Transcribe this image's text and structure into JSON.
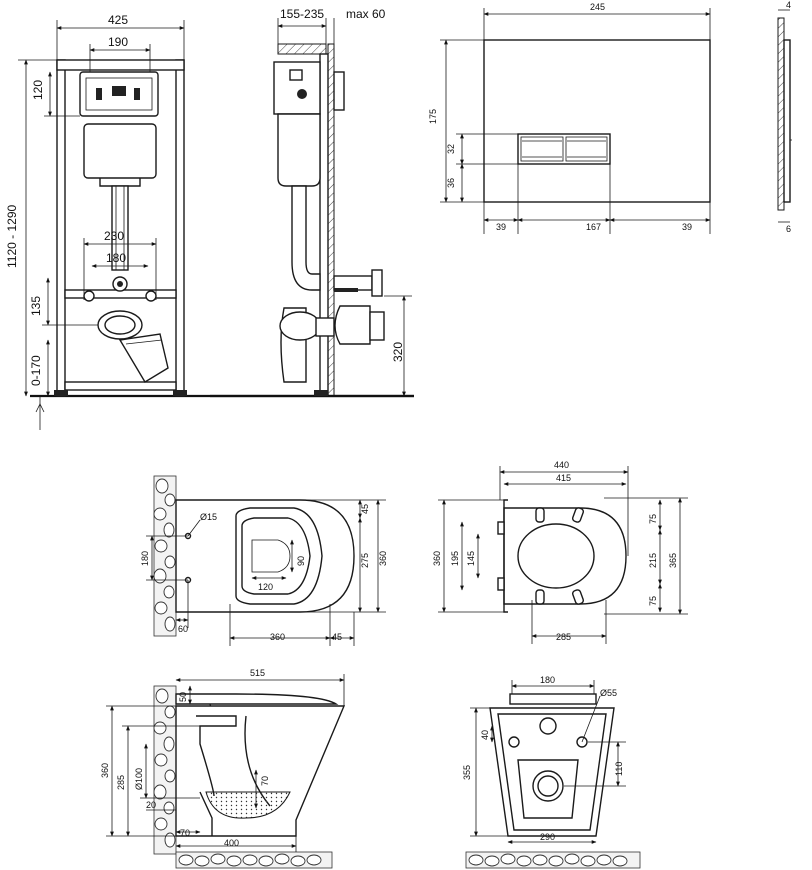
{
  "frame_front": {
    "width": "425",
    "plate_width": "190",
    "height": "1120 - 1290",
    "top_offset": "120",
    "bolt_spacing_outer": "230",
    "bolt_spacing_inner": "180",
    "drain_height": "135",
    "leg_adjust": "0-170"
  },
  "frame_side": {
    "depth": "155-235",
    "wall_max": "max 60",
    "drain_axis": "320"
  },
  "flush_plate": {
    "width": "245",
    "height": "175",
    "thickness": "4",
    "wall_depth": "6",
    "button_height": "32",
    "button_bottom": "36",
    "side_left": "39",
    "button_span": "167",
    "side_right": "39"
  },
  "bowl_top": {
    "hole_diameter": "Ø15",
    "hole_spacing": "180",
    "hole_offset": "60",
    "inner_depth": "90",
    "inner_width": "120",
    "total_length": "360",
    "rim_gap": "45",
    "bowl_depth": "275",
    "overall_width": "360",
    "front_gap": "45"
  },
  "seat_top": {
    "outer_width": "440",
    "inner_width": "415",
    "overall_height": "360",
    "hinge_span": "195",
    "hinge_inner": "145",
    "seat_width": "285",
    "top_margin": "75",
    "mid_span": "215",
    "bottom_margin": "75",
    "total": "365"
  },
  "bowl_side": {
    "total_length": "515",
    "seat_thickness": "50",
    "overall_height": "360",
    "outlet_height": "285",
    "outlet_diameter": "Ø100",
    "outlet_bottom": "20",
    "water_depth": "70",
    "bottom_gap": "70",
    "base_length": "400"
  },
  "bowl_back": {
    "top_width": "180",
    "hole_diameter": "Ø55",
    "hole_height": "40",
    "overall_height": "355",
    "side_height": "110",
    "bottom_width": "290"
  }
}
